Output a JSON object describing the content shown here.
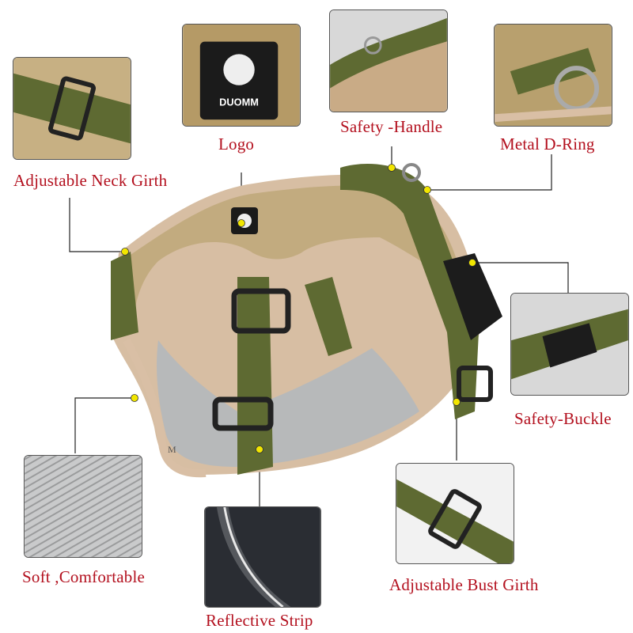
{
  "colors": {
    "label": "#b3101e",
    "leader_line": "#222222",
    "marker_dot": "#f2e600",
    "webbing": "#5e6a32",
    "fabric": "#c4ae84",
    "trim": "#d9bfa5",
    "mesh": "#b9bbbc"
  },
  "logo_text": "DUOMM",
  "size_tag": "M",
  "callouts": [
    {
      "label": "Logo"
    },
    {
      "label": "Safety -Handle"
    },
    {
      "label": "Metal D-Ring"
    },
    {
      "label": "Adjustable Neck Girth"
    },
    {
      "label": "Safety-Buckle"
    },
    {
      "label": "Soft ,Comfortable"
    },
    {
      "label": "Reflective Strip"
    },
    {
      "label": "Adjustable Bust Girth"
    }
  ]
}
